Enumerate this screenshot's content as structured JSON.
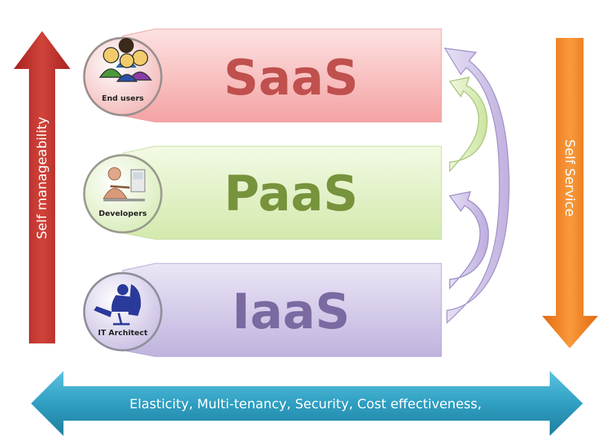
{
  "layers": [
    {
      "name": "SaaS",
      "role": "End users",
      "color": "#c0504d",
      "fill_top": "#fbd7d7",
      "fill_bottom": "#f4a9a9",
      "circle": "#f8c8c8"
    },
    {
      "name": "PaaS",
      "role": "Developers",
      "color": "#77933c",
      "fill_top": "#eef8db",
      "fill_bottom": "#d7ebb3",
      "circle": "#e6f3cf"
    },
    {
      "name": "IaaS",
      "role": "IT Architect",
      "color": "#7a6aa1",
      "fill_top": "#e3ddf1",
      "fill_bottom": "#c4b8e0",
      "circle": "#d8d0ec"
    }
  ],
  "left_arrow": {
    "label": "Self manageability",
    "color": "#c0392b"
  },
  "right_arrow": {
    "label": "Self Service",
    "color": "#f07a1a"
  },
  "bottom_arrow": {
    "label": "Elasticity, Multi-tenancy, Security, Cost effectiveness,",
    "color": "#3aa3c4"
  },
  "icons": [
    "people-group-icon",
    "developer-at-desk-icon",
    "architect-in-chair-icon"
  ]
}
